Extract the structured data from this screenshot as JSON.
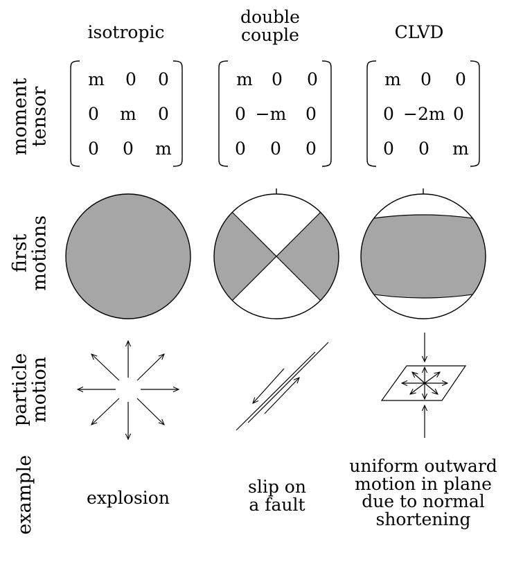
{
  "columns": [
    {
      "title_line1": "isotropic",
      "title_line2": ""
    },
    {
      "title_line1": "double",
      "title_line2": "couple"
    },
    {
      "title_line1": "CLVD",
      "title_line2": ""
    }
  ],
  "rows": {
    "moment_tensor": {
      "line1": "moment",
      "line2": "tensor"
    },
    "first_motions": {
      "line1": "first",
      "line2": "motions"
    },
    "particle_motion": {
      "line1": "particle",
      "line2": "motion"
    },
    "example": {
      "line1": "example",
      "line2": ""
    }
  },
  "tensors": {
    "isotropic": [
      [
        "m",
        "0",
        "0"
      ],
      [
        "0",
        "m",
        "0"
      ],
      [
        "0",
        "0",
        "m"
      ]
    ],
    "double_couple": [
      [
        "m",
        "0",
        "0"
      ],
      [
        "0",
        "−m",
        "0"
      ],
      [
        "0",
        "0",
        "0"
      ]
    ],
    "clvd": [
      [
        "m",
        "0",
        "0"
      ],
      [
        "0",
        "−2m",
        "0"
      ],
      [
        "0",
        "0",
        "m"
      ]
    ]
  },
  "examples": {
    "isotropic": [
      "explosion"
    ],
    "double_couple": [
      "slip on",
      "a fault"
    ],
    "clvd": [
      "uniform outward",
      "motion in plane",
      "due to normal",
      "shortening"
    ]
  },
  "colors": {
    "compression_fill": "#a6a6a6",
    "line": "#000000"
  }
}
